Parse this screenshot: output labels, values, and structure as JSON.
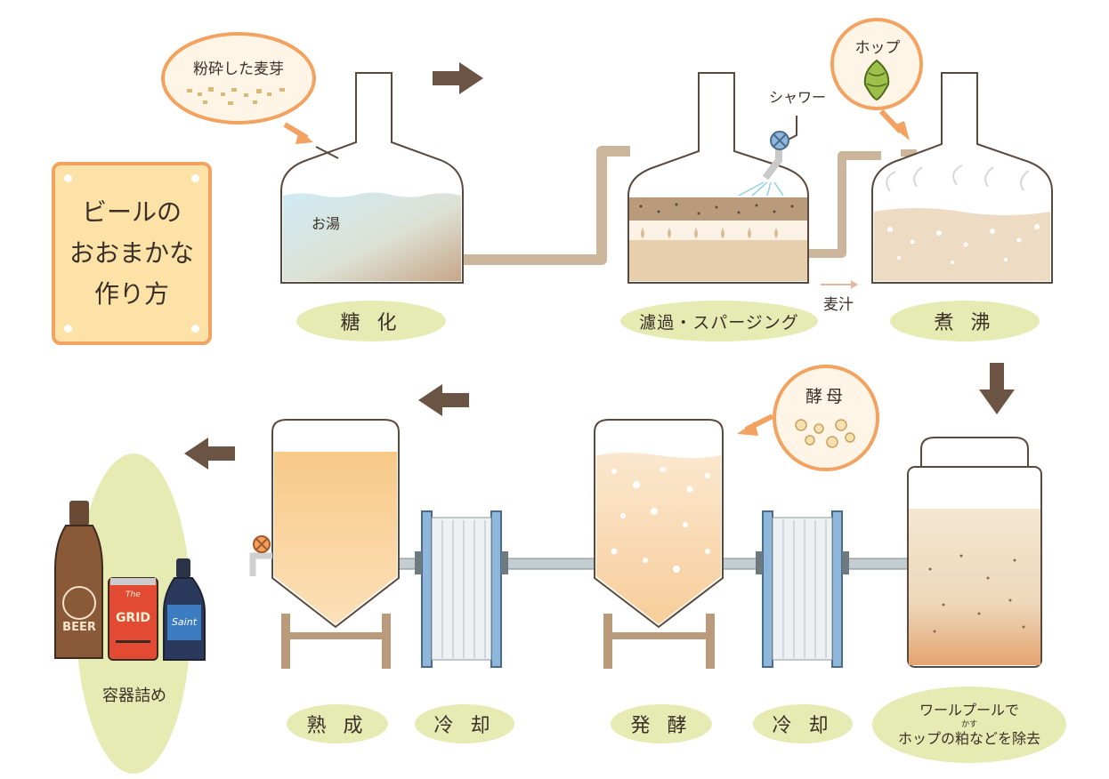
{
  "title": "ビールの\nおおまかな\n作り方",
  "ingredients": {
    "malt": "粉砕した麦芽",
    "hop": "ホップ",
    "yeast": "酵母"
  },
  "labels": {
    "hot_water": "お湯",
    "shower": "シャワー",
    "wort": "麦汁"
  },
  "steps": {
    "saccharification": "糖 化",
    "filtration": "濾過・スパージング",
    "boiling": "煮 沸",
    "whirlpool_line1": "ワールプールで",
    "whirlpool_line2": "ホップの粕などを除去",
    "whirlpool_ruby": "かす",
    "cooling_1": "冷 却",
    "fermentation": "発 酵",
    "cooling_2": "冷 却",
    "maturation": "熟 成",
    "packaging": "容器詰め"
  },
  "products": {
    "bottle_1": "BEER",
    "can": "GRID",
    "can_top": "The",
    "bottle_2": "Saint"
  },
  "colors": {
    "arrow": "#6b5443",
    "orange": "#f2a261",
    "label_bg": "#e6ebb3",
    "hot_water": "#cfe6ef",
    "wort": "#e7cfae",
    "beer": "#f8c98a",
    "pipe": "#cbb69c"
  }
}
